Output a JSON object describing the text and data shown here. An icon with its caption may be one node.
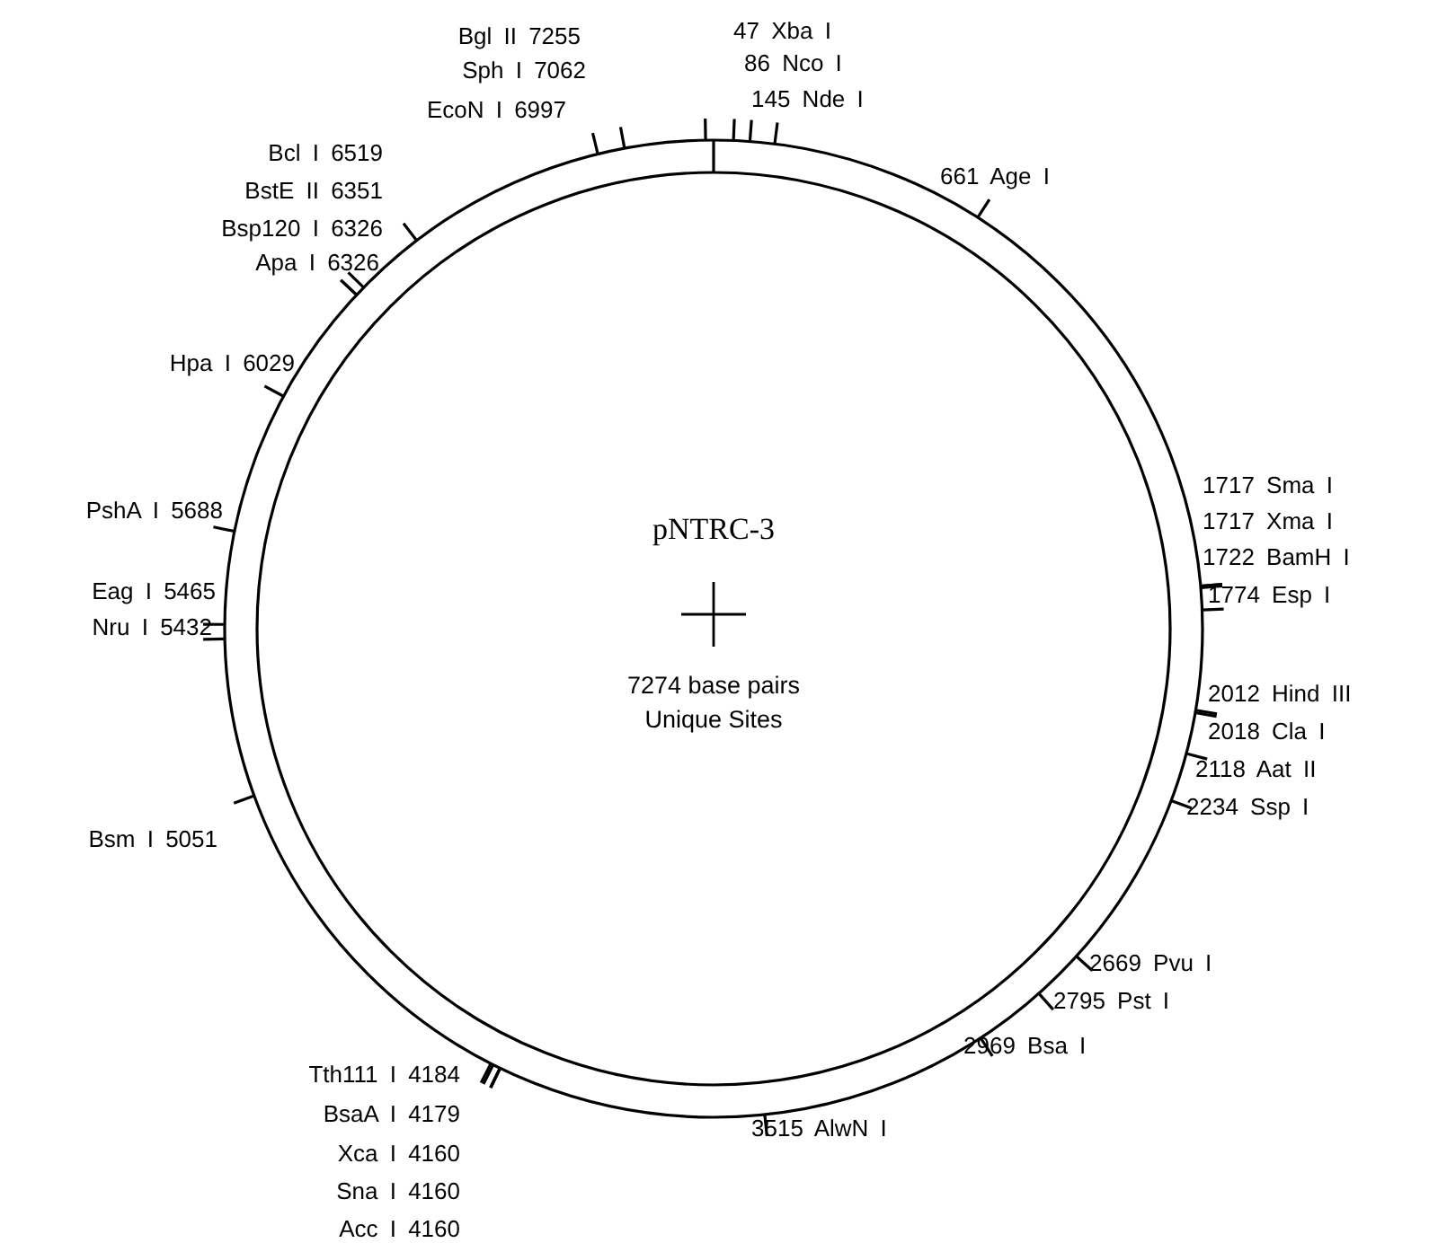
{
  "diagram": {
    "nodes": [
      {
        "text": [
          "pNTRC-3",
          "7274 base pairs Unique Sites"
        ]
      }
    ],
    "labels": [
      "Bgl II 7255",
      "47 Xba I",
      "86 Nco I",
      "Sph I 7062",
      "145 Nde I",
      "EcoN I 6997",
      "661 Age I",
      "Bcl I 6519",
      "BstE II 6351",
      "Bsp120 I 6326",
      "Apa I 6326",
      "Hpa I 6029",
      "1717 Sma I",
      "PshA I 5688",
      "1717 Xma I",
      "1722 BamH I",
      "1774 Esp I",
      "Eag I 5465",
      "Nru I 5432",
      "2012 Hind III",
      "2018 Cla I",
      "2118 Aat II",
      "2234 Ssp I",
      "Bsm I 5051",
      "2669 Pvu I",
      "2795 Pst I",
      "2969 Bsa I",
      "Tth111 I 4184",
      "3515 AlwN I",
      "BsaA I 4179",
      "Xca I 4160",
      "Sna I 4160",
      "Acc I 4160"
    ]
  }
}
